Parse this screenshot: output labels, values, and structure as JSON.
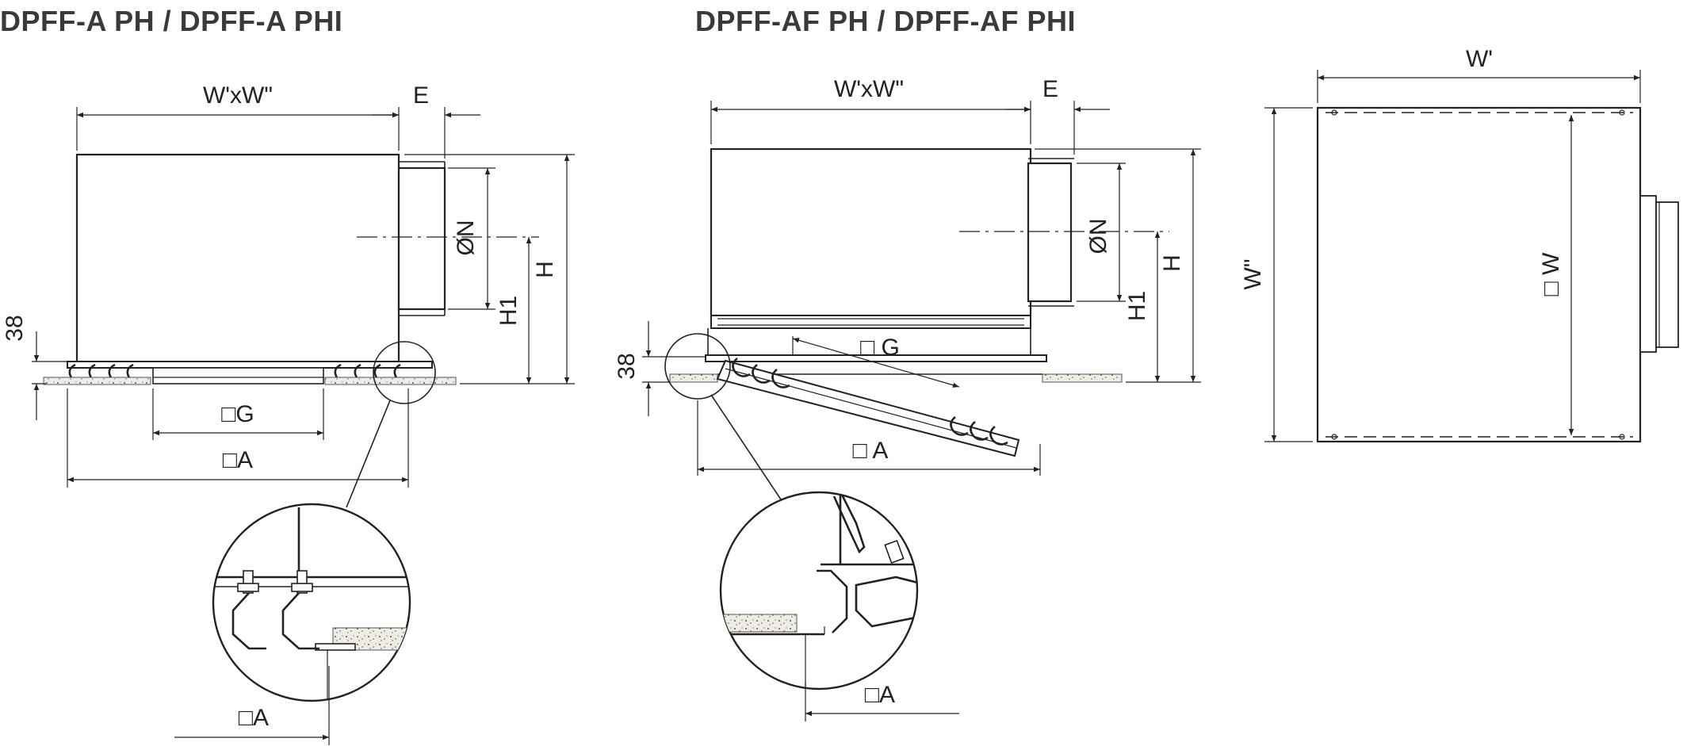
{
  "titles": {
    "left": "DPFF-A PH / DPFF-A PHI",
    "right": "DPFF-AF PH / DPFF-AF PHI"
  },
  "left_view": {
    "dim_width": "W'xW\"",
    "dim_e": "E",
    "dim_n": "ØN",
    "dim_h": "H",
    "dim_h1": "H1",
    "dim_38": "38",
    "dim_g": "□G",
    "dim_a": "□A",
    "detail_a": "□A"
  },
  "mid_view": {
    "dim_width": "W'xW\"",
    "dim_e": "E",
    "dim_n": "ØN",
    "dim_h": "H",
    "dim_h1": "H1",
    "dim_38": "38",
    "dim_g": "□ G",
    "dim_a": "□ A",
    "detail_a": "□A"
  },
  "top_view": {
    "dim_w1": "W'",
    "dim_w2": "W\"",
    "dim_w": "□ W"
  }
}
